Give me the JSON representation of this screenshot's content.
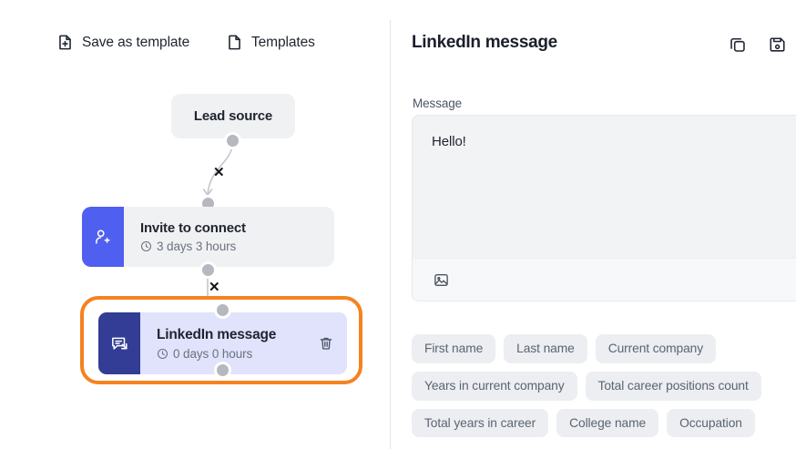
{
  "flow": {
    "toolbar": {
      "save_as_template_label": "Save as template",
      "save_as_template_icon": "file-plus-icon",
      "templates_label": "Templates",
      "templates_icon": "file-icon"
    },
    "nodes": [
      {
        "id": "lead-source",
        "title": "Lead source",
        "type": "trigger"
      },
      {
        "id": "invite-to-connect",
        "title": "Invite to connect",
        "duration": "3 days 3 hours",
        "icon": "user-plus-icon",
        "icon_bg": "#4f5ff0",
        "selected": false
      },
      {
        "id": "linkedin-message",
        "title": "LinkedIn message",
        "duration": "0 days 0 hours",
        "icon": "message-send-icon",
        "icon_bg": "#333d95",
        "selected": true,
        "delete_icon": "trash-icon"
      }
    ],
    "connector_marker": "✕",
    "selection_color": "#f58220"
  },
  "panel": {
    "title": "LinkedIn message",
    "actions": [
      {
        "name": "copy",
        "icon": "copy-icon"
      },
      {
        "name": "save",
        "icon": "floppy-disk-save-icon"
      }
    ],
    "message": {
      "label": "Message",
      "value": "Hello!",
      "placeholder": "",
      "attach_image_icon": "image-icon"
    },
    "variables": [
      "First name",
      "Last name",
      "Current company",
      "Years in current company",
      "Total career positions count",
      "Total years in career",
      "College name",
      "Occupation"
    ]
  }
}
